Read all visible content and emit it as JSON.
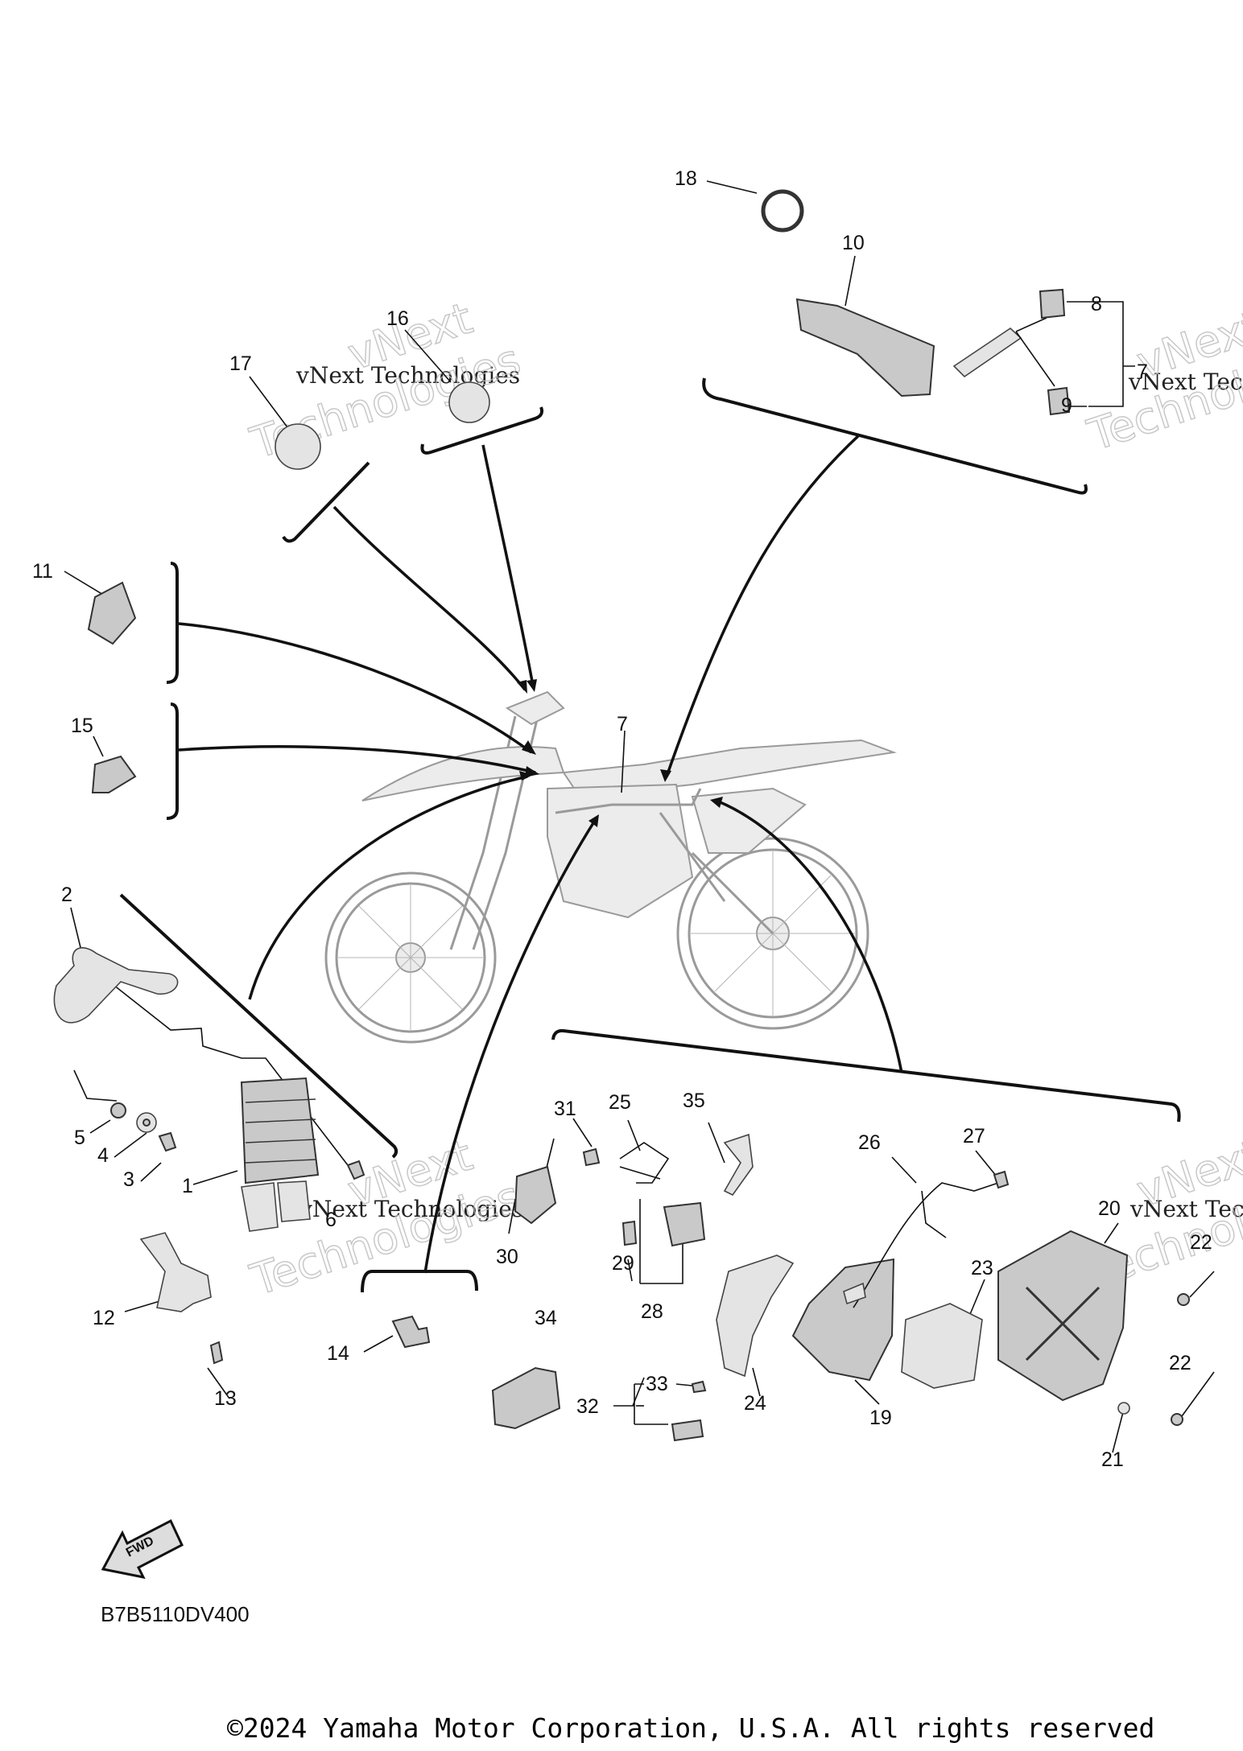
{
  "callouts": [
    "1",
    "2",
    "3",
    "4",
    "5",
    "6",
    "7",
    "7",
    "8",
    "9",
    "10",
    "11",
    "12",
    "13",
    "14",
    "15",
    "16",
    "17",
    "18",
    "19",
    "20",
    "21",
    "22",
    "22",
    "23",
    "24",
    "25",
    "26",
    "27",
    "28",
    "29",
    "30",
    "31",
    "32",
    "33",
    "34",
    "35"
  ],
  "watermark": {
    "line1": "vNext Technologies",
    "big_a": "vNext",
    "big_b": "Technologies"
  },
  "fwd_label": "FWD",
  "diagram_code": "B7B5110DV400",
  "copyright": "©2024 Yamaha Motor Corporation, U.S.A. All rights reserved"
}
